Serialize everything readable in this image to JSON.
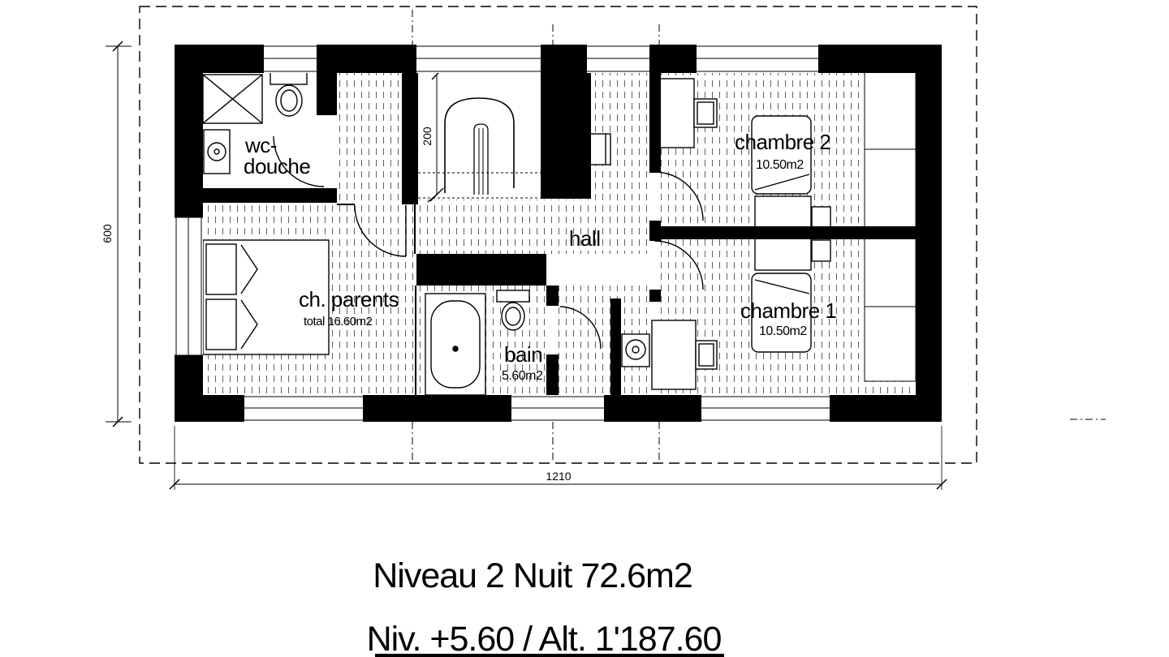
{
  "plan": {
    "rooms": {
      "wc_douche": {
        "label_line1": "wc-",
        "label_line2": "douche"
      },
      "ch_parents": {
        "label": "ch. parents",
        "area": "total 16.60m2"
      },
      "bain": {
        "label": "bain",
        "area": "5.60m2"
      },
      "hall": {
        "label": "hall"
      },
      "chambre2": {
        "label": "chambre 2",
        "area": "10.50m2"
      },
      "chambre1": {
        "label": "chambre 1",
        "area": "10.50m2"
      }
    },
    "dimensions": {
      "overall_width": "1210",
      "overall_height": "600",
      "stair_width": "200"
    }
  },
  "footer": {
    "line1": "Niveau 2 Nuit 72.6m2",
    "line2": "Niv. +5.60 / Alt. 1'187.60"
  },
  "colors": {
    "ink": "#000000",
    "paper": "#ffffff",
    "hatch": "#3c3c3c"
  }
}
